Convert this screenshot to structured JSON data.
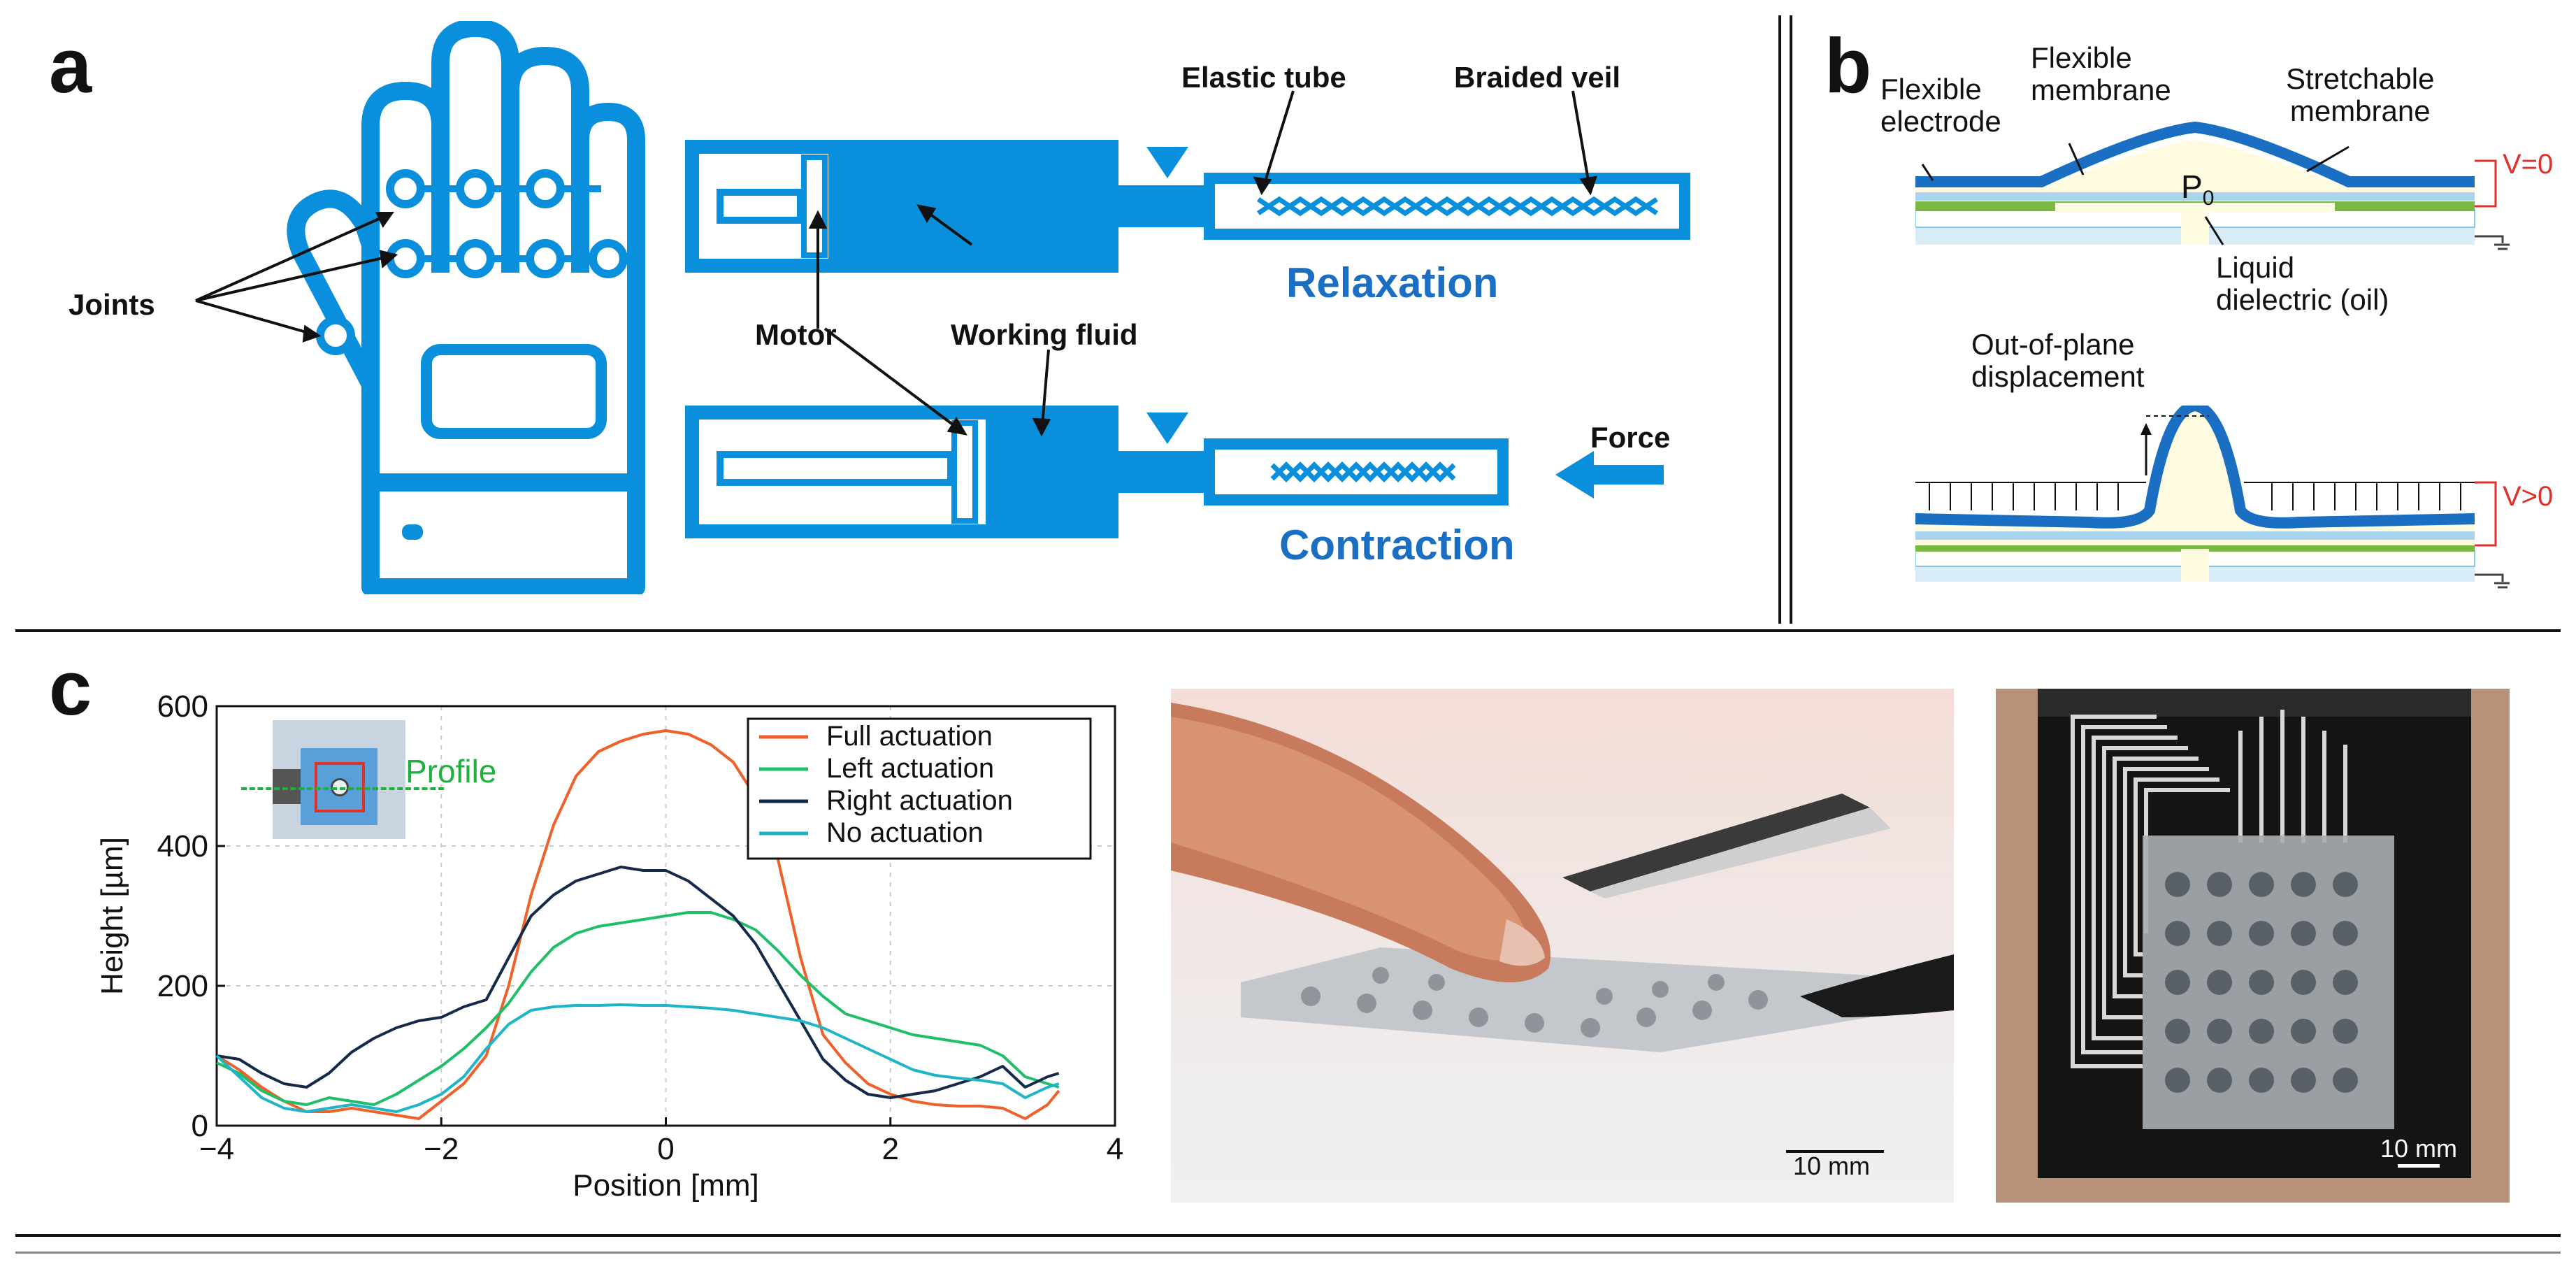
{
  "panel_a": {
    "label": "a",
    "joints": "Joints",
    "elastic_tube": "Elastic tube",
    "braided_veil": "Braided veil",
    "motor": "Motor",
    "working_fluid": "Working fluid",
    "relaxation": "Relaxation",
    "contraction": "Contraction",
    "force": "Force",
    "color_blue": "#0a8fdc"
  },
  "panel_b": {
    "label": "b",
    "flexible_electrode": "Flexible\nelectrode",
    "flexible_membrane": "Flexible\nmembrane",
    "stretchable_membrane": "Stretchable\nmembrane",
    "p0": "P",
    "p0_sub": "0",
    "v_zero": "V=0",
    "liquid_dielectric": "Liquid\ndielectric (oil)",
    "out_of_plane": "Out-of-plane\ndisplacement",
    "v_pos": "V>0"
  },
  "panel_c": {
    "label": "c",
    "profile_label": "Profile",
    "scalebar_1": "10 mm",
    "scalebar_2": "10 mm"
  },
  "chart_data": {
    "type": "line",
    "xlabel": "Position [mm]",
    "ylabel": "Height [µm]",
    "xlim": [
      -4,
      4
    ],
    "ylim": [
      0,
      600
    ],
    "xticks": [
      -4,
      -2,
      0,
      2,
      4
    ],
    "yticks": [
      0,
      200,
      400,
      600
    ],
    "legend_position": "top-right",
    "series": [
      {
        "name": "Full actuation",
        "color": "#f0602a",
        "x": [
          -4,
          -3.8,
          -3.6,
          -3.4,
          -3.2,
          -3.0,
          -2.8,
          -2.6,
          -2.4,
          -2.2,
          -2.0,
          -1.8,
          -1.6,
          -1.4,
          -1.2,
          -1.0,
          -0.8,
          -0.6,
          -0.4,
          -0.2,
          0,
          0.2,
          0.4,
          0.6,
          0.8,
          1.0,
          1.2,
          1.4,
          1.6,
          1.8,
          2.0,
          2.2,
          2.4,
          2.6,
          2.8,
          3.0,
          3.2,
          3.4,
          3.5
        ],
        "y": [
          100,
          80,
          55,
          35,
          20,
          20,
          25,
          20,
          15,
          10,
          35,
          60,
          100,
          200,
          330,
          430,
          500,
          535,
          550,
          560,
          565,
          560,
          545,
          520,
          470,
          380,
          240,
          130,
          90,
          60,
          45,
          35,
          30,
          28,
          28,
          25,
          10,
          30,
          50
        ]
      },
      {
        "name": "Left actuation",
        "color": "#1fbf6a",
        "x": [
          -4,
          -3.8,
          -3.6,
          -3.4,
          -3.2,
          -3.0,
          -2.8,
          -2.6,
          -2.4,
          -2.2,
          -2.0,
          -1.8,
          -1.6,
          -1.4,
          -1.2,
          -1.0,
          -0.8,
          -0.6,
          -0.4,
          -0.2,
          0,
          0.2,
          0.4,
          0.6,
          0.8,
          1.0,
          1.2,
          1.4,
          1.6,
          1.8,
          2.0,
          2.2,
          2.4,
          2.6,
          2.8,
          3.0,
          3.2,
          3.4,
          3.5
        ],
        "y": [
          90,
          75,
          50,
          35,
          30,
          40,
          35,
          30,
          45,
          65,
          85,
          110,
          140,
          175,
          220,
          255,
          275,
          285,
          290,
          295,
          300,
          305,
          305,
          295,
          280,
          250,
          215,
          185,
          160,
          150,
          140,
          130,
          125,
          120,
          115,
          100,
          70,
          60,
          55
        ]
      },
      {
        "name": "Right actuation",
        "color": "#152a4a",
        "x": [
          -4,
          -3.8,
          -3.6,
          -3.4,
          -3.2,
          -3.0,
          -2.8,
          -2.6,
          -2.4,
          -2.2,
          -2.0,
          -1.8,
          -1.6,
          -1.4,
          -1.2,
          -1.0,
          -0.8,
          -0.6,
          -0.4,
          -0.2,
          0,
          0.2,
          0.4,
          0.6,
          0.8,
          1.0,
          1.2,
          1.4,
          1.6,
          1.8,
          2.0,
          2.2,
          2.4,
          2.6,
          2.8,
          3.0,
          3.2,
          3.4,
          3.5
        ],
        "y": [
          100,
          95,
          75,
          60,
          55,
          75,
          105,
          125,
          140,
          150,
          155,
          170,
          180,
          240,
          300,
          330,
          350,
          360,
          370,
          365,
          365,
          350,
          325,
          300,
          260,
          205,
          150,
          95,
          65,
          45,
          40,
          45,
          50,
          60,
          70,
          85,
          55,
          70,
          75
        ]
      },
      {
        "name": "No actuation",
        "color": "#1fb5c8",
        "x": [
          -4,
          -3.8,
          -3.6,
          -3.4,
          -3.2,
          -3.0,
          -2.8,
          -2.6,
          -2.4,
          -2.2,
          -2.0,
          -1.8,
          -1.6,
          -1.4,
          -1.2,
          -1.0,
          -0.8,
          -0.6,
          -0.4,
          -0.2,
          0,
          0.2,
          0.4,
          0.6,
          0.8,
          1.0,
          1.2,
          1.4,
          1.6,
          1.8,
          2.0,
          2.2,
          2.4,
          2.6,
          2.8,
          3.0,
          3.2,
          3.4,
          3.5
        ],
        "y": [
          100,
          70,
          40,
          25,
          20,
          25,
          30,
          25,
          20,
          30,
          45,
          70,
          110,
          145,
          165,
          170,
          172,
          172,
          173,
          172,
          172,
          170,
          168,
          165,
          160,
          155,
          150,
          140,
          125,
          110,
          95,
          80,
          72,
          68,
          65,
          60,
          40,
          55,
          60
        ]
      }
    ]
  }
}
